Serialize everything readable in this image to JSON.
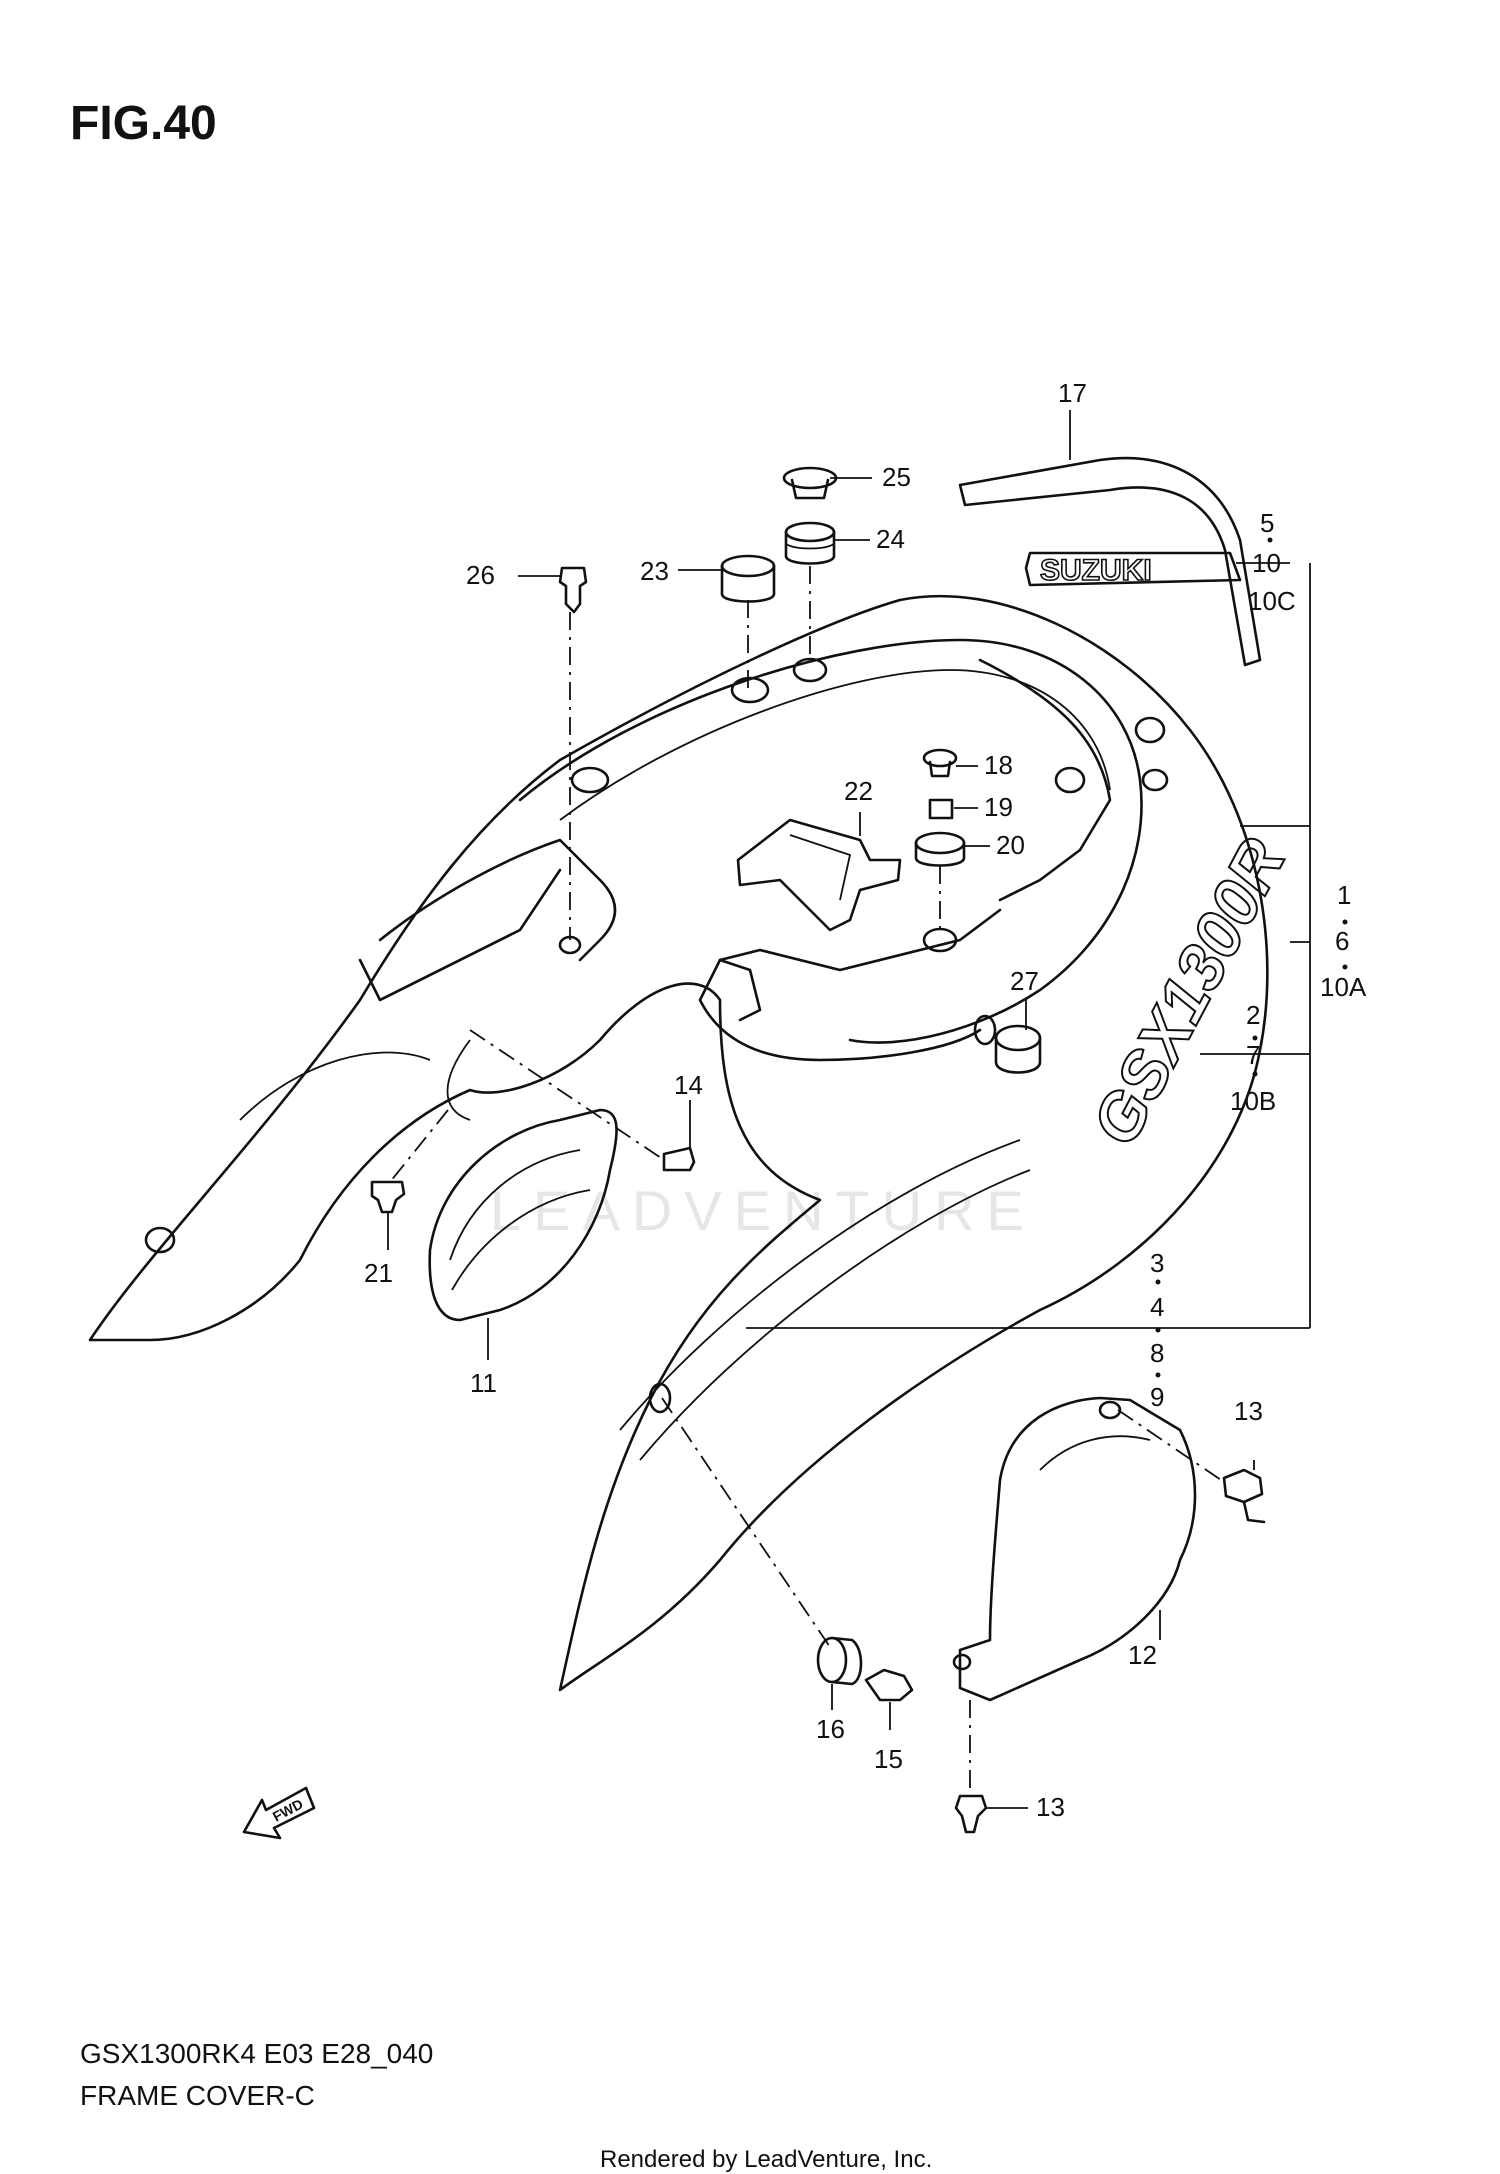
{
  "figure": {
    "title": "FIG.40",
    "model_code": "GSX1300RK4 E03 E28_040",
    "section_name": "FRAME COVER-C",
    "credit": "Rendered by LeadVenture, Inc.",
    "watermark": "LEADVENTURE"
  },
  "decals": {
    "brand": "SUZUKI",
    "model": "GSX1300R"
  },
  "fwd_arrow": "FWD",
  "callouts": {
    "c1": "1",
    "c2": "2",
    "c3": "3",
    "c4": "4",
    "c5": "5",
    "c6": "6",
    "c7": "7",
    "c8": "8",
    "c9": "9",
    "c10": "10",
    "c10a": "10A",
    "c10b": "10B",
    "c10c": "10C",
    "c11": "11",
    "c12": "12",
    "c13a": "13",
    "c13b": "13",
    "c14": "14",
    "c15": "15",
    "c16": "16",
    "c17": "17",
    "c18": "18",
    "c19": "19",
    "c20": "20",
    "c21": "21",
    "c22": "22",
    "c23": "23",
    "c24": "24",
    "c25": "25",
    "c26": "26",
    "c27": "27"
  },
  "colors": {
    "line": "#111111",
    "watermark": "#e6e6e6",
    "background": "#ffffff"
  }
}
